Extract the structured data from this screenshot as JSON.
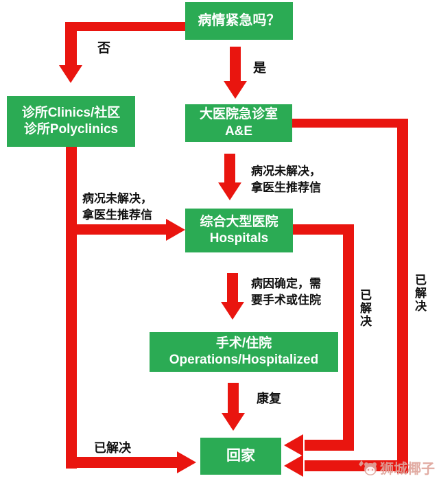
{
  "colors": {
    "box_green": "#2bab54",
    "arrow_red": "#e9150f",
    "box_text": "#ffffff",
    "label_text": "#111111",
    "watermark_pink": "#dfa49b",
    "background": "#ffffff"
  },
  "nodes": {
    "question": {
      "line1": "病情紧急吗？"
    },
    "clinics": {
      "line1": "诊所Clinics/社区",
      "line2": "诊所Polyclinics"
    },
    "ae": {
      "line1": "大医院急诊室",
      "line2": "A&E"
    },
    "hospitals": {
      "line1": "综合大型医院",
      "line2": "Hospitals"
    },
    "operations": {
      "line1": "手术/住院",
      "line2": "Operations/Hospitalized"
    },
    "home": {
      "line1": "回家"
    }
  },
  "labels": {
    "no": "否",
    "yes": "是",
    "referral_from_ae": {
      "line1": "病况未解决，",
      "line2": "拿医生推荐信"
    },
    "referral_from_clinics": {
      "line1": "病况未解决，",
      "line2": "拿医生推荐信"
    },
    "surgery_needed": {
      "line1": "病因确定，需",
      "line2": "要手术或住院"
    },
    "recovery": "康复",
    "resolved_from_clinics": "已解决",
    "resolved_from_hospitals": "已解决",
    "resolved_from_ae": "已解决"
  },
  "watermark": {
    "text": "狮城椰子",
    "icon": "coconut-mascot-icon"
  }
}
